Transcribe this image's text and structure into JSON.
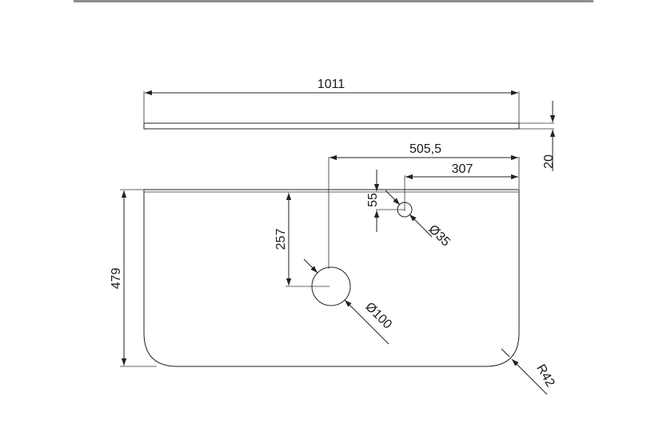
{
  "drawing": {
    "dimensions": {
      "width": "1011",
      "thickness": "20",
      "center_offset": "505,5",
      "tap_offset": "307",
      "tap_from_back": "55",
      "depth": "479",
      "drain_from_back": "257",
      "tap_hole_diameter": "Ø35",
      "drain_hole_diameter": "Ø100",
      "corner_radius": "R42"
    }
  }
}
